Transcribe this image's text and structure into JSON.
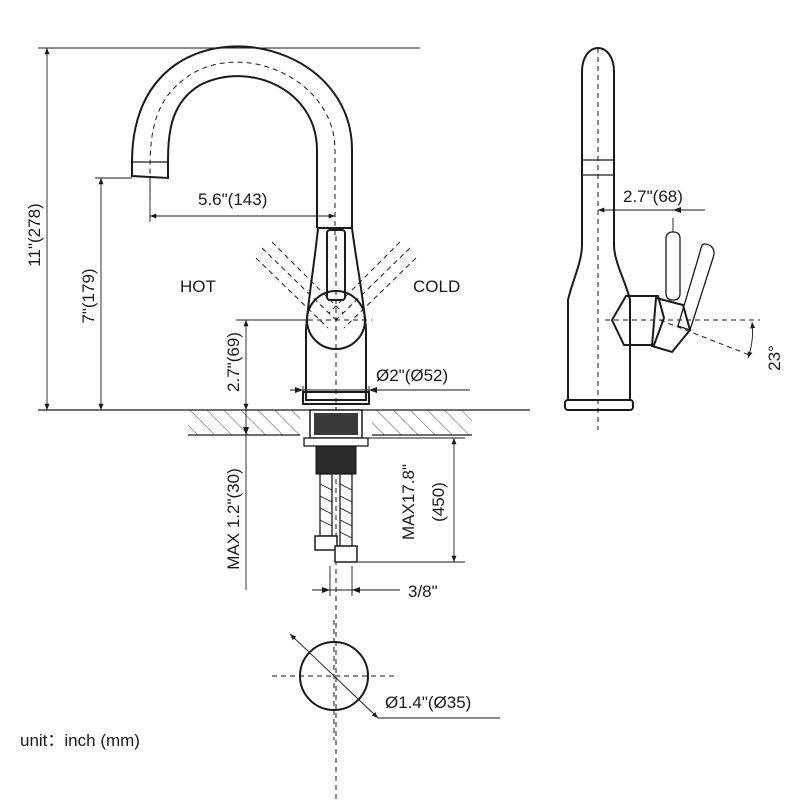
{
  "labels": {
    "spout_reach": "5.6\"(143)",
    "side_reach": "2.7\"(68)",
    "total_height": "11\"(278)",
    "spout_height": "7\"(179)",
    "handle_height": "2.7\"(69)",
    "base_diameter": "Ø2\"(Ø52)",
    "hot": "HOT",
    "cold": "COLD",
    "angle": "23°",
    "max_thickness": "MAX 1.2\"(30)",
    "max_hose_in": "MAX17.8\"",
    "max_hose_mm": "(450)",
    "connector": "3/8\"",
    "hole_diameter": "Ø1.4\"(Ø35)",
    "unit": "unit：inch (mm)"
  },
  "colors": {
    "line": "#1a1a1a",
    "background": "#ffffff"
  }
}
